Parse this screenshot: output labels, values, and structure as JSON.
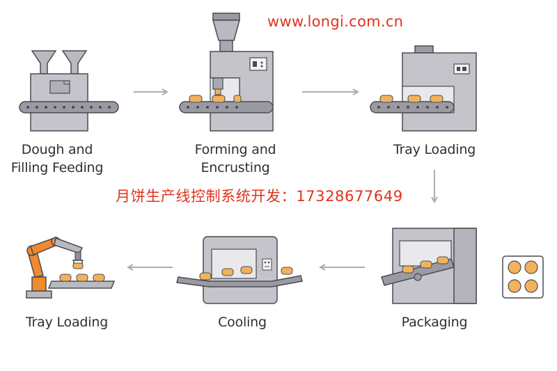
{
  "watermark": {
    "url": "www.longi.com.cn",
    "chinese": "月饼生产线控制系统开发：17328677649"
  },
  "steps": [
    {
      "label_line1": "Dough and",
      "label_line2": "Filling Feeding",
      "icon": "hopper-conveyor-icon"
    },
    {
      "label_line1": "Forming and",
      "label_line2": "Encrusting",
      "icon": "forming-machine-icon"
    },
    {
      "label_line1": "Tray Loading",
      "label_line2": "",
      "icon": "tray-loading-machine-icon"
    },
    {
      "label_line1": "Packaging",
      "label_line2": "",
      "icon": "packaging-machine-icon"
    },
    {
      "label_line1": "Cooling",
      "label_line2": "",
      "icon": "cooling-tunnel-icon"
    },
    {
      "label_line1": "Tray Loading",
      "label_line2": "",
      "icon": "robot-arm-icon"
    }
  ],
  "colors": {
    "machine": "#b9b9c0",
    "machine_dark": "#8e8e97",
    "outline": "#4a4a52",
    "cake": "#f2b25c",
    "arm": "#f08a2e",
    "arrow": "#a9adb8",
    "watermark": "#e0321c"
  }
}
